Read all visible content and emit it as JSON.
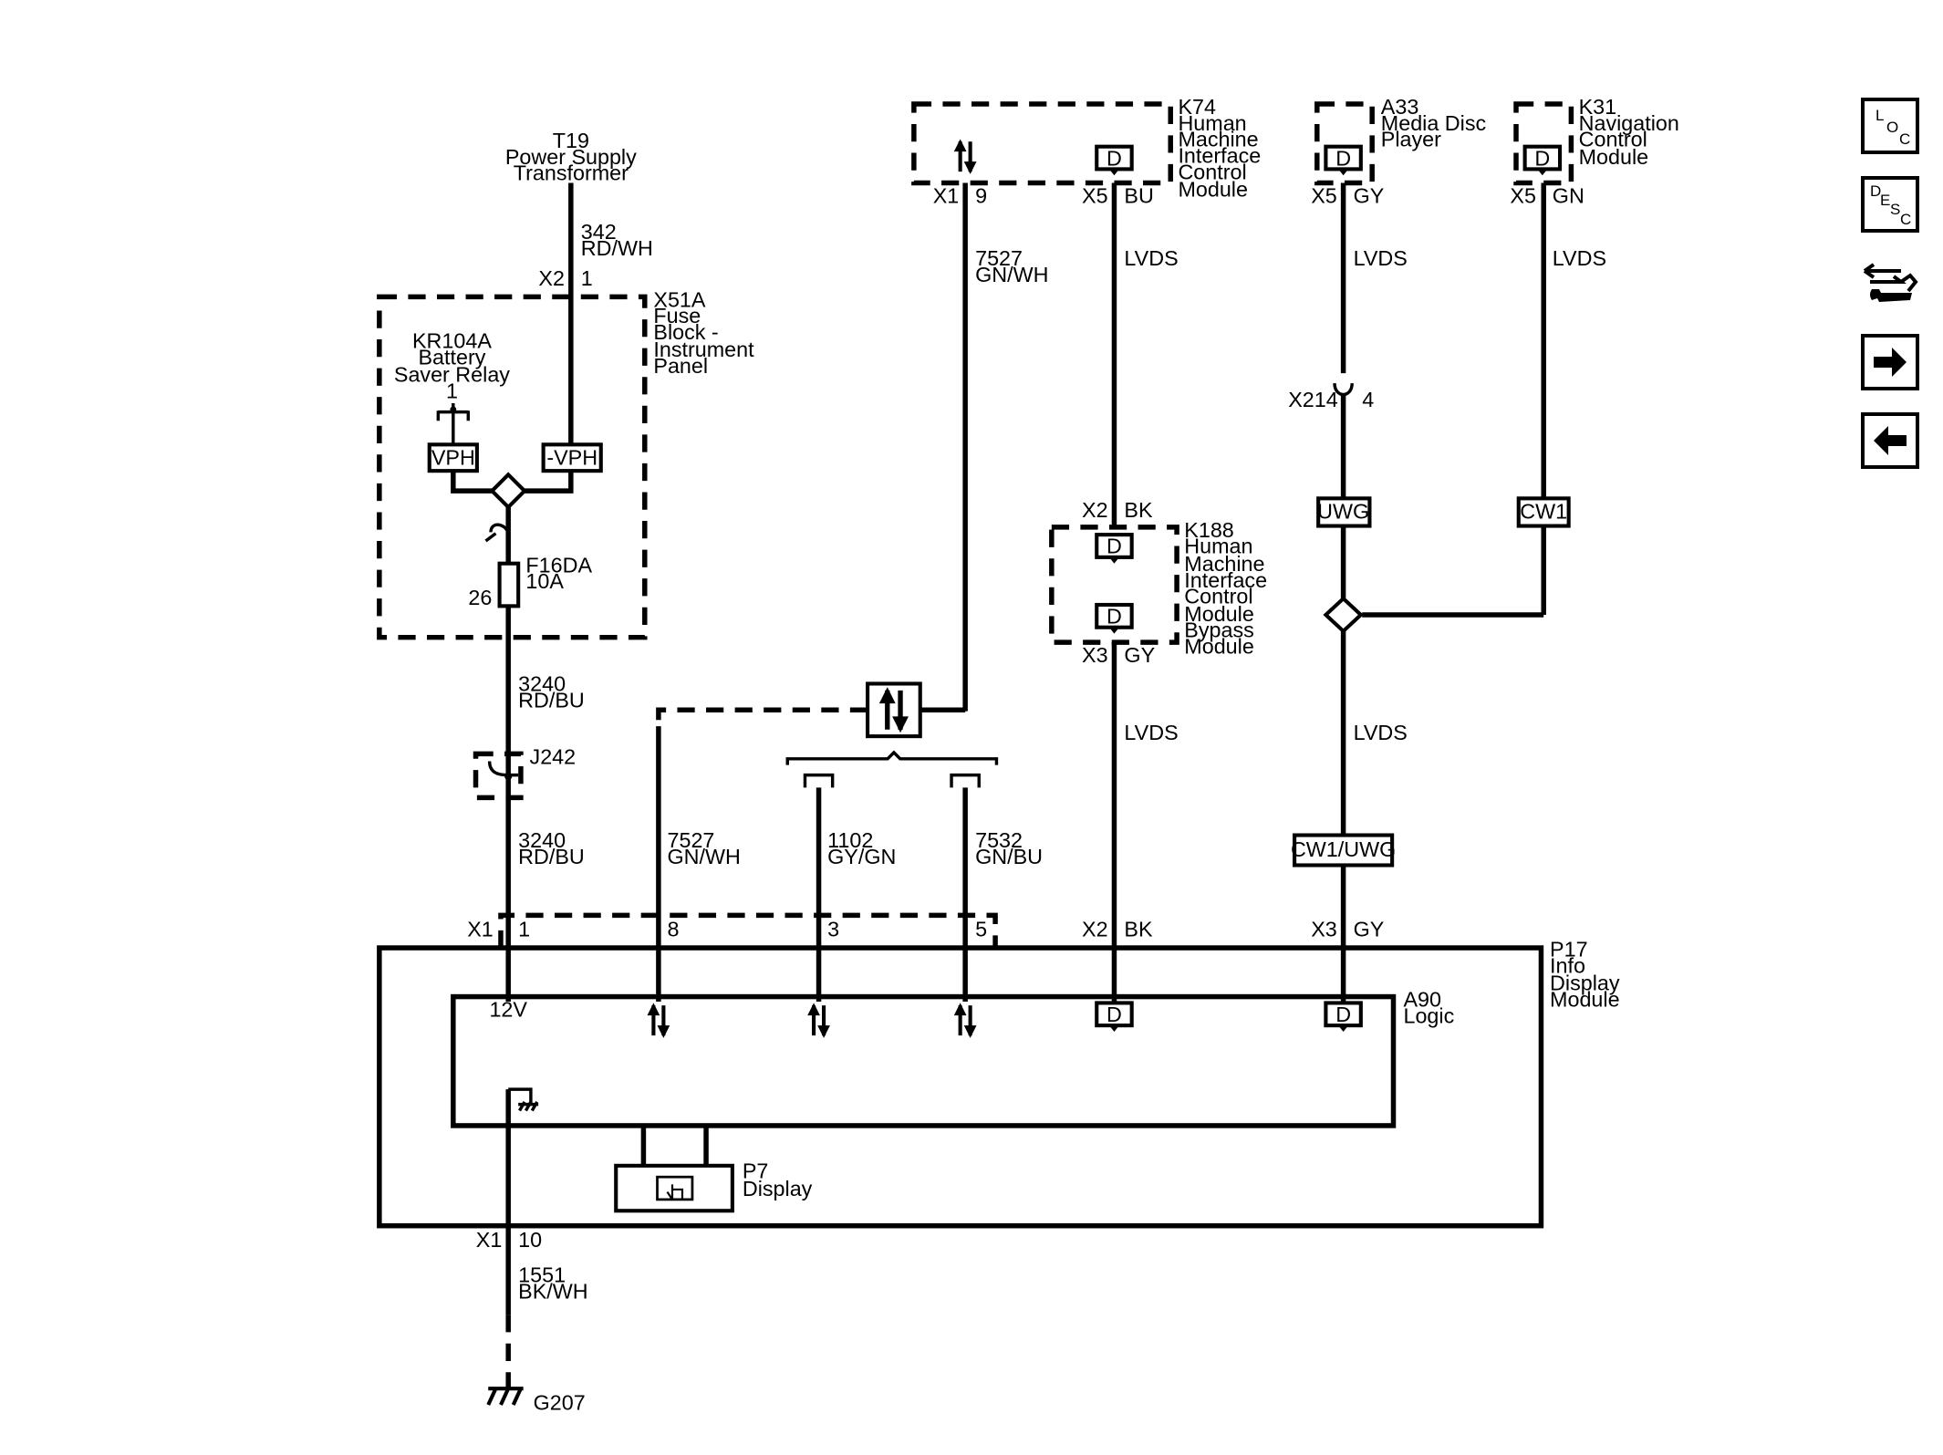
{
  "components": {
    "t19": [
      "T19",
      "Power Supply",
      "Transformer"
    ],
    "k74": [
      "K74",
      "Human",
      "Machine",
      "Interface",
      "Control",
      "Module"
    ],
    "a33": [
      "A33",
      "Media Disc",
      "Player"
    ],
    "k31": [
      "K31",
      "Navigation",
      "Control",
      "Module"
    ],
    "x51a": [
      "X51A",
      "Fuse",
      "Block -",
      "Instrument",
      "Panel"
    ],
    "kr104a": [
      "KR104A",
      "Battery",
      "Saver Relay"
    ],
    "k188": [
      "K188",
      "Human",
      "Machine",
      "Interface",
      "Control",
      "Module",
      "Bypass",
      "Module"
    ],
    "p17": [
      "P17",
      "Info",
      "Display",
      "Module"
    ],
    "a90": [
      "A90",
      "Logic"
    ],
    "p7": [
      "P7",
      "Display"
    ],
    "fuse": [
      "F16DA",
      "10A"
    ],
    "j242": "J242",
    "g207": "G207",
    "x214": "X214"
  },
  "wires": {
    "w342": [
      "342",
      "RD/WH"
    ],
    "w3240a": [
      "3240",
      "RD/BU"
    ],
    "w3240b": [
      "3240",
      "RD/BU"
    ],
    "w7527top": [
      "7527",
      "GN/WH"
    ],
    "w7527": [
      "7527",
      "GN/WH"
    ],
    "w1102": [
      "1102",
      "GY/GN"
    ],
    "w7532": [
      "7532",
      "GN/BU"
    ],
    "w1551": [
      "1551",
      "BK/WH"
    ],
    "lvds": "LVDS"
  },
  "pins": {
    "x2": "X2",
    "p1": "1",
    "relay_pin": "1",
    "fuse_pin": "26",
    "x1": "X1",
    "p9": "9",
    "x5": "X5",
    "bu": "BU",
    "gy": "GY",
    "gn": "GN",
    "bk": "BK",
    "x3": "X3",
    "x214_pin": "4",
    "p8": "8",
    "p3": "3",
    "p5": "5",
    "p10": "10"
  },
  "labels": {
    "vph": "VPH",
    "neg_vph": "-VPH",
    "d": "D",
    "v12": "12V",
    "uwg": "UWG",
    "cw1": "CW1",
    "cw1_uwg": "CW1/UWG"
  },
  "nav": {
    "loc": [
      "L",
      "O",
      "C"
    ],
    "desc": [
      "D",
      "E",
      "S",
      "C"
    ],
    "connector_icon": "connector-wrench-icon",
    "next_icon": "arrow-right-icon",
    "prev_icon": "arrow-left-icon"
  }
}
